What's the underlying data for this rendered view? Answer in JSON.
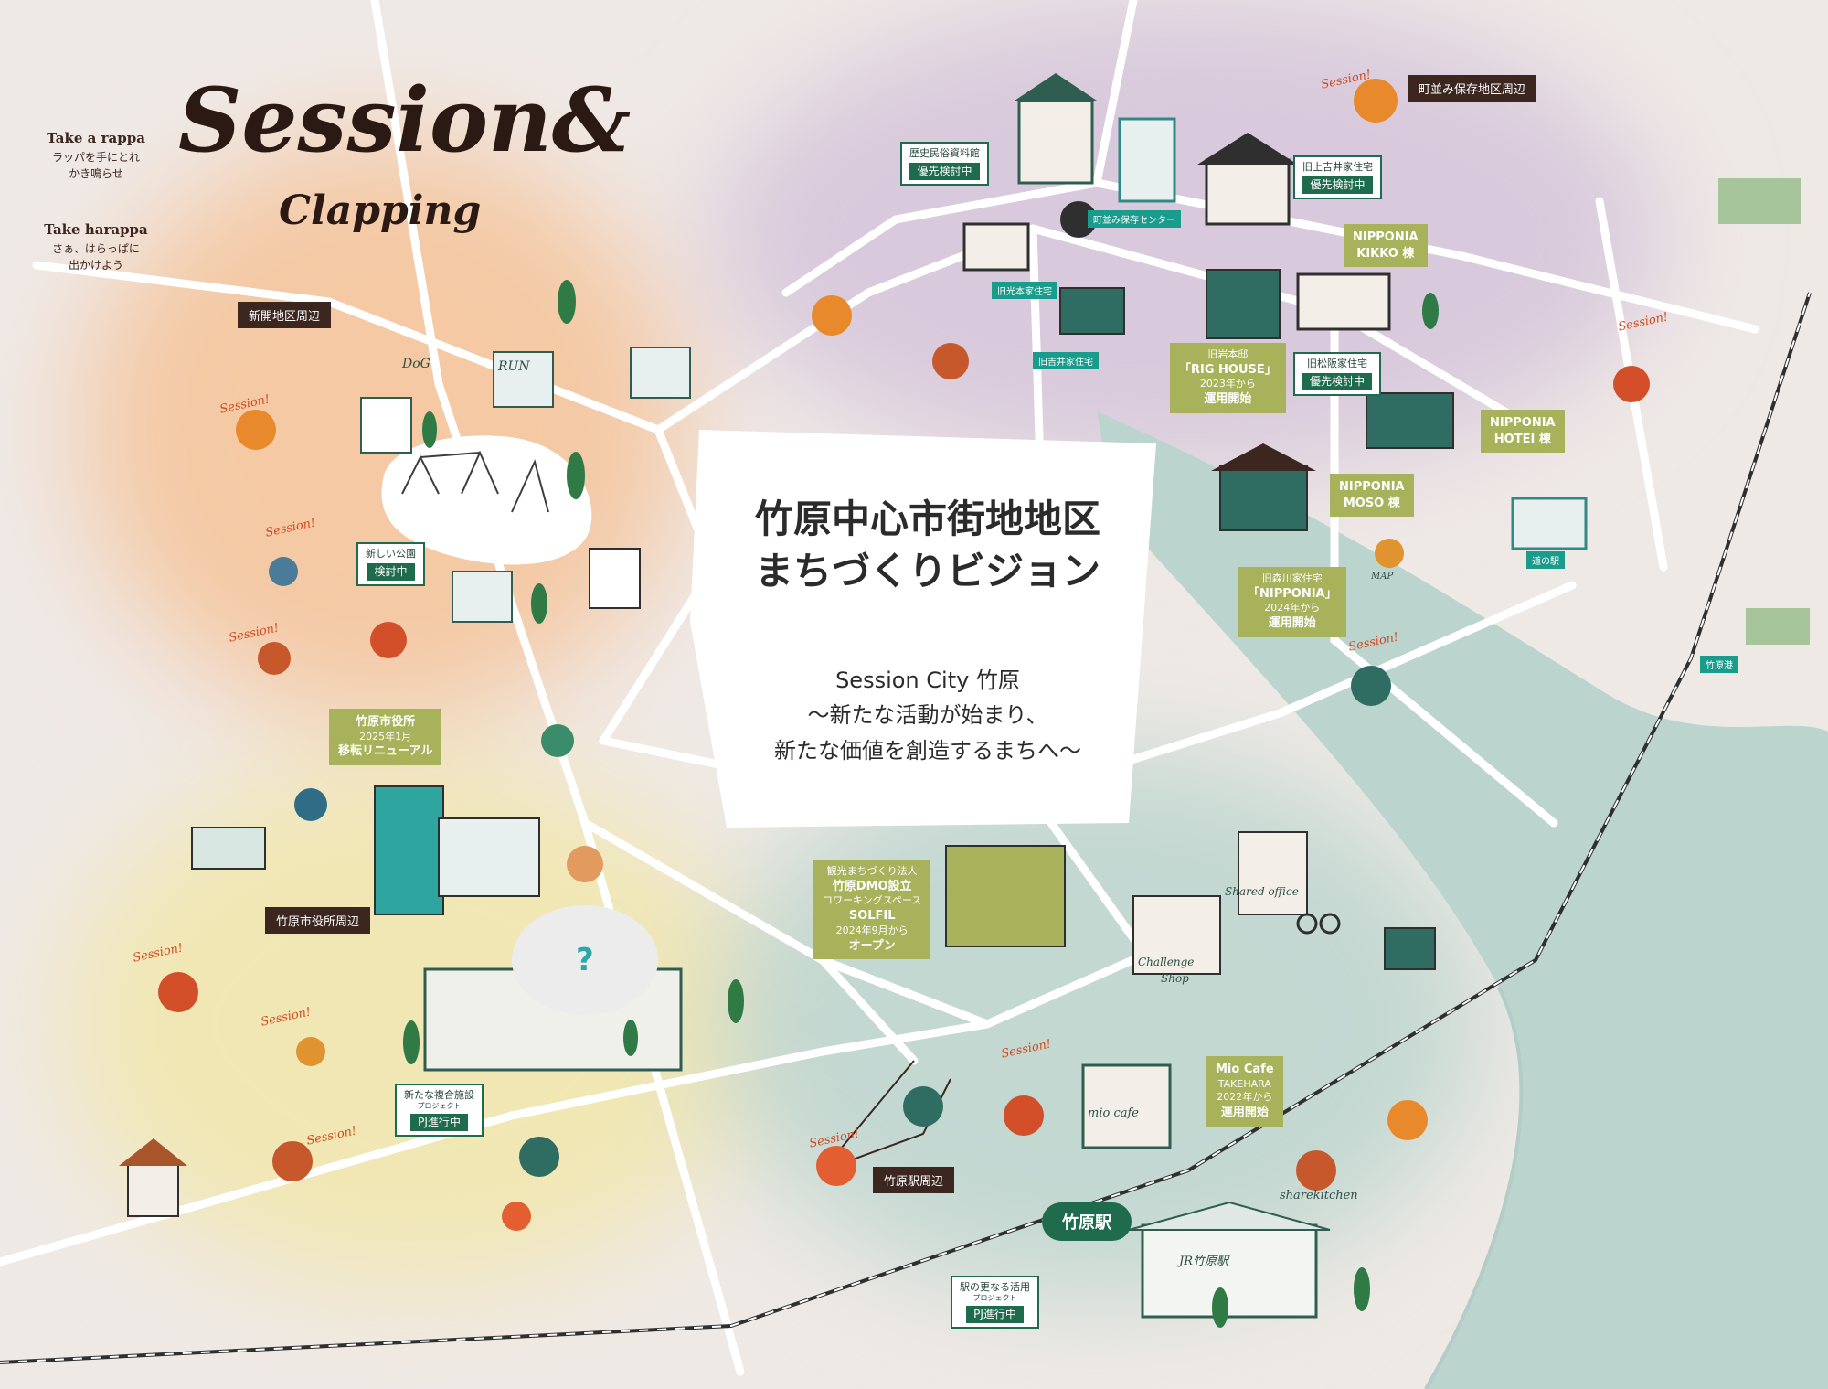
{
  "logo": {
    "line1": "Session&",
    "line2": "Clapping",
    "take_rappa": "Take a rappa",
    "take_rappa_jp_1": "ラッパを手にとれ",
    "take_rappa_jp_2": "かき鳴らせ",
    "take_harappa": "Take harappa",
    "take_harappa_jp_1": "さぁ、はらっぱに",
    "take_harappa_jp_2": "出かけよう"
  },
  "center": {
    "title_1": "竹原中心市街地地区",
    "title_2": "まちづくりビジョン",
    "subtitle_1": "Session City 竹原",
    "subtitle_2": "～新たな活動が始まり、",
    "subtitle_3": "新たな価値を創造するまちへ～"
  },
  "areas": {
    "shinkai": "新開地区周辺",
    "machinami": "町並み保存地区周辺",
    "shiyakusho": "竹原市役所周辺",
    "ekimae": "竹原駅周辺"
  },
  "status_labels": {
    "rekishi": {
      "title": "歴史民俗資料館",
      "badge": "優先検討中"
    },
    "kyu_kamiyoshii": {
      "title": "旧上吉井家住宅",
      "badge": "優先検討中"
    },
    "kyu_matsuzaka": {
      "title": "旧松阪家住宅",
      "badge": "優先検討中"
    },
    "koen": {
      "title": "新しい公園",
      "badge": "検討中"
    },
    "fukugo": {
      "title": "新たな複合施設",
      "small": "プロジェクト",
      "badge": "PJ進行中"
    },
    "eki": {
      "title": "駅の更なる活用",
      "small": "プロジェクト",
      "badge": "PJ進行中"
    }
  },
  "green_boxes": {
    "kikko": {
      "line1": "NIPPONIA",
      "line2": "KIKKO 棟"
    },
    "hotei": {
      "line1": "NIPPONIA",
      "line2": "HOTEI 棟"
    },
    "moso": {
      "line1": "NIPPONIA",
      "line2": "MOSO 棟"
    },
    "rig": {
      "line1": "旧岩本邸",
      "line2": "「RIG HOUSE」",
      "line3": "2023年から",
      "line4": "運用開始"
    },
    "morikawa": {
      "line1": "旧森川家住宅",
      "line2": "「NIPPONIA」",
      "line3": "2024年から",
      "line4": "運用開始"
    },
    "shiyakusho": {
      "line1": "竹原市役所",
      "line2": "2025年1月",
      "line3": "移転リニューアル"
    },
    "dmo": {
      "line1": "観光まちづくり法人",
      "line2": "竹原DMO設立",
      "line3": "コワーキングスペース",
      "line4": "SOLFIL",
      "line5": "2024年9月から",
      "line6": "オープン"
    },
    "miocafe": {
      "line1": "Mio Cafe",
      "line2": "TAKEHARA",
      "line3": "2022年から",
      "line4": "運用開始"
    }
  },
  "teal_tags": {
    "hozon_center": "町並み保存センター",
    "kyu_mitsumoto": "旧光本家住宅",
    "kyu_yoshii": "旧吉井家住宅",
    "michi_no_eki": "道の駅",
    "takehara_ko": "竹原港"
  },
  "signs": {
    "dog": "DoG",
    "run": "RUN",
    "shared_office": "Shared office",
    "challenge_shop_1": "Challenge",
    "challenge_shop_2": "Shop",
    "mio_cafe": "mio cafe",
    "sharekitchen": "sharekitchen",
    "jr": "JR竹原駅",
    "map_sign": "MAP",
    "question": "?"
  },
  "session_word": "Session!",
  "station_badge": "竹原駅",
  "colors": {
    "orange_zone": "#f4c9a4",
    "purple_zone": "#d8c9dc",
    "yellow_zone": "#f1e7b4",
    "teal_zone": "#c3d8d1",
    "road": "#ffffff",
    "river": "#bcd4ce",
    "accent_green": "#1f6b4e",
    "olive": "#a7b25a",
    "teal": "#1a9c8c",
    "label_brown": "#3b2620"
  }
}
